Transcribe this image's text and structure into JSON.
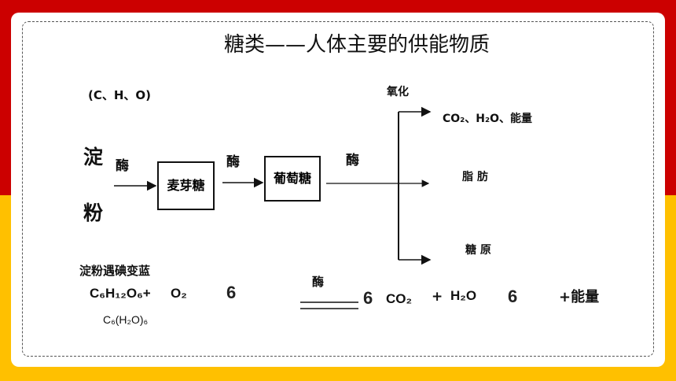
{
  "title": "糖类——人体主要的供能物质",
  "elements_note": "(C、H、O)",
  "starch_char1": "淀",
  "starch_char2": "粉",
  "enzyme": "酶",
  "box_maltose": "麦芽糖",
  "box_glucose": "葡萄糖",
  "oxidation": "氧化",
  "product_energy": "CO₂、H₂O、能量",
  "product_fat": "脂 肪",
  "product_glycogen": "糖 原",
  "iodine_test": "淀粉遇碘变蓝",
  "equation": {
    "glucose": "C₆H₁₂O₆+",
    "oxygen": "O₂",
    "coef_oxygen": "6",
    "enzyme": "酶",
    "coef_co2": "6",
    "co2": "CO₂",
    "plus": "+",
    "water": "H₂O",
    "coef_water": "6",
    "energy": "+能量",
    "glucose_alt": "C₆(H₂O)₆"
  },
  "colors": {
    "top_band": "#cc0000",
    "bottom_band": "#ffc000",
    "text": "#111111"
  }
}
